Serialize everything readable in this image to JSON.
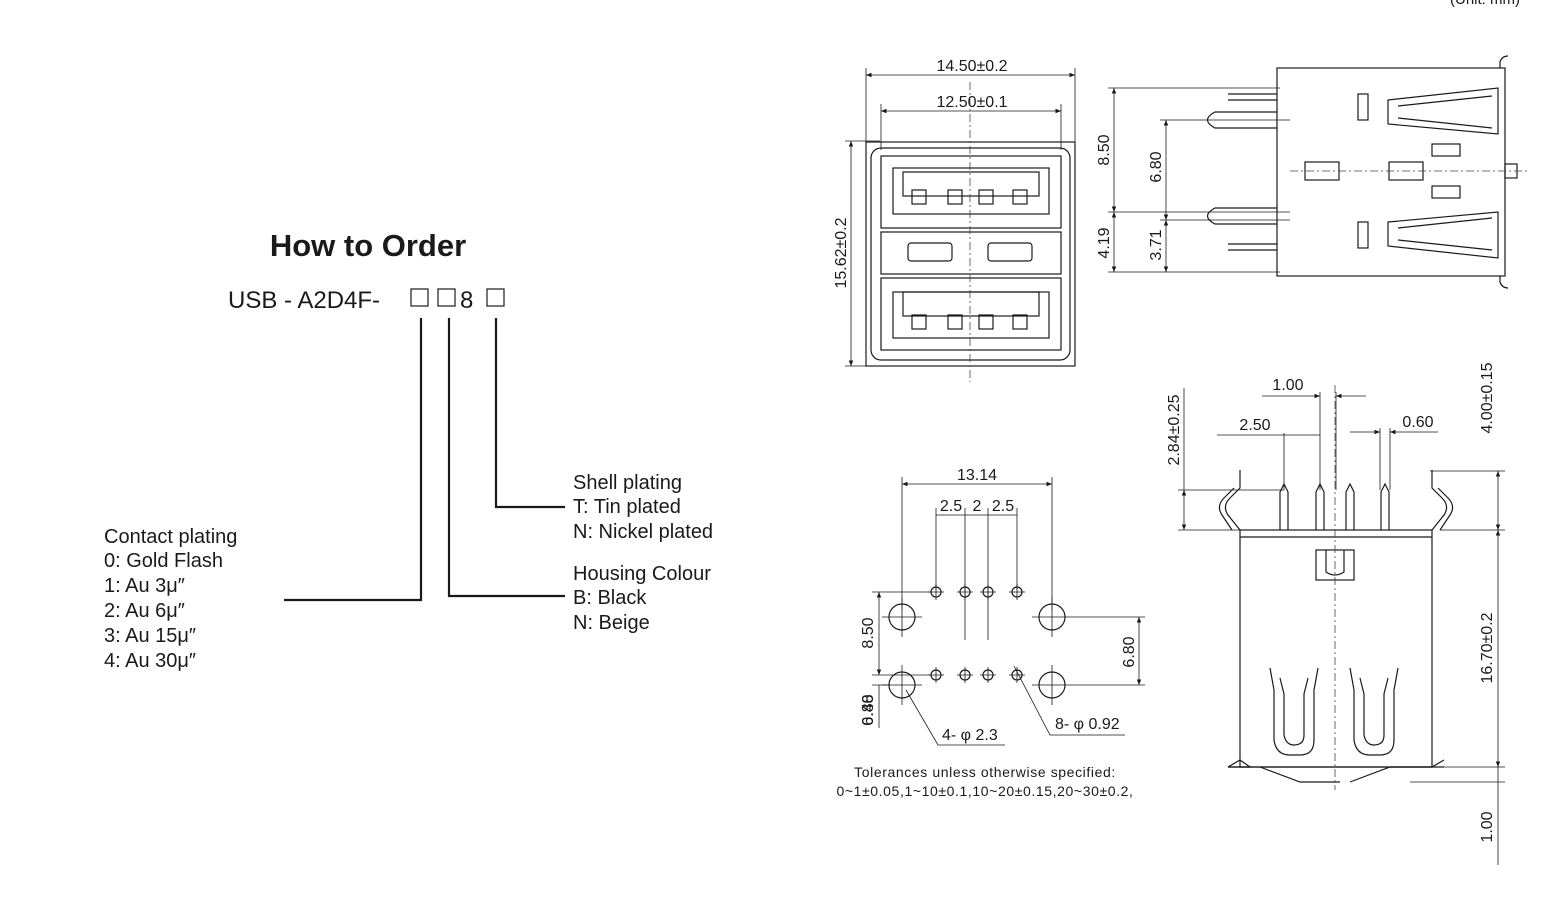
{
  "corner_note": "(Unit: mm)",
  "order": {
    "title": "How to Order",
    "part_prefix": "USB - A2D4F-",
    "part_digit": "8"
  },
  "contact": {
    "heading": "Contact plating",
    "items": [
      "0: Gold Flash",
      "1: Au 3μ″",
      "2: Au 6μ″",
      "3: Au 15μ″",
      "4: Au 30μ″"
    ]
  },
  "housing": {
    "heading": "Housing Colour",
    "items": [
      "B: Black",
      "N: Beige"
    ]
  },
  "shell": {
    "heading": "Shell plating",
    "items": [
      "T: Tin plated",
      "N: Nickel plated"
    ]
  },
  "front_view": {
    "width_outer": "14.50±0.2",
    "width_inner": "12.50±0.1",
    "height": "15.62±0.2"
  },
  "side_view": {
    "d1": "8.50",
    "d2": "6.80",
    "d3": "4.19",
    "d4": "3.71"
  },
  "pcb_layout": {
    "span": "13.14",
    "p1": "2.5",
    "p2": "2",
    "p3": "2.5",
    "v1": "8.50",
    "v2": "6.80",
    "v3": "0.48",
    "hole_large": "4- φ 2.3",
    "hole_small": "8- φ 0.92"
  },
  "bottom_view": {
    "a1": "1.00",
    "a2": "2.50",
    "a3": "0.60",
    "a4": "2.84±0.25",
    "a5": "4.00±0.15",
    "a6": "16.70±0.2",
    "a7": "1.00"
  },
  "tolerances": {
    "line1": "Tolerances unless otherwise specified:",
    "line2": "0~1±0.05,1~10±0.1,10~20±0.15,20~30±0.2,"
  }
}
